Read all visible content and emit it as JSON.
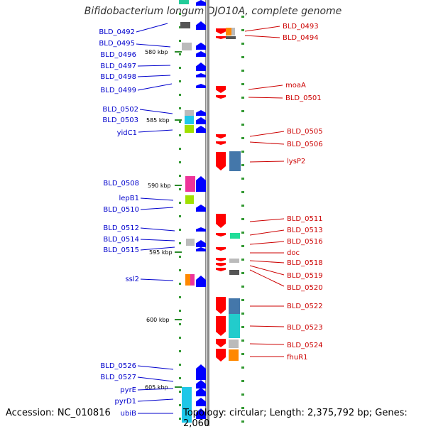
{
  "title": "Bifidobacterium longum DJO10A, complete genome",
  "footer": {
    "accession": "Accession: NC_010816",
    "info": "Topology: circular; Length: 2,375,792 bp; Genes: 2,060"
  },
  "scale_labels": [
    "580 kbp",
    "585 kbp",
    "590 kbp",
    "595 kbp",
    "600 kbp",
    "605 kbp"
  ],
  "left_labels": [
    "BLD_0492",
    "BLD_0495",
    "BLD_0496",
    "BLD_0497",
    "BLD_0498",
    "BLD_0499",
    "BLD_0502",
    "BLD_0503",
    "yidC1",
    "BLD_0508",
    "lepB1",
    "BLD_0510",
    "BLD_0512",
    "BLD_0514",
    "BLD_0515",
    "ssl2",
    "BLD_0526",
    "BLD_0527",
    "pyrE",
    "pyrD1",
    "ubiB"
  ],
  "right_labels": [
    "BLD_0493",
    "BLD_0494",
    "moaA",
    "BLD_0501",
    "BLD_0505",
    "BLD_0506",
    "lysP2",
    "BLD_0511",
    "BLD_0513",
    "BLD_0516",
    "doc",
    "BLD_0518",
    "BLD_0519",
    "BLD_0520",
    "BLD_0522",
    "BLD_0523",
    "BLD_0524",
    "fhuR1"
  ],
  "colors": {
    "forward": "#0000ff",
    "reverse": "#ff0000",
    "left_text": "#0000cc",
    "right_text": "#cc0000",
    "backbone": "#888888",
    "tick": "#339933"
  }
}
